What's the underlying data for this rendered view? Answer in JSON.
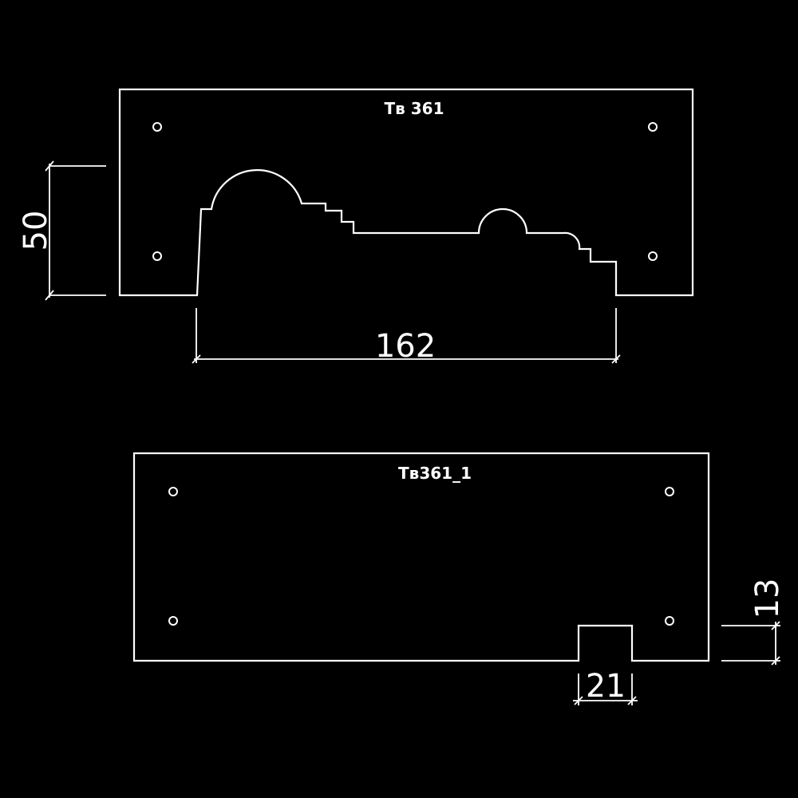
{
  "template_1": {
    "label": "Тв 361",
    "dim_height": "50",
    "dim_width": "162"
  },
  "template_2": {
    "label": "Тв361_1",
    "dim_notch_width": "21",
    "dim_notch_height": "13"
  },
  "colors": {
    "background": "#000000",
    "lines": "#ffffff"
  }
}
